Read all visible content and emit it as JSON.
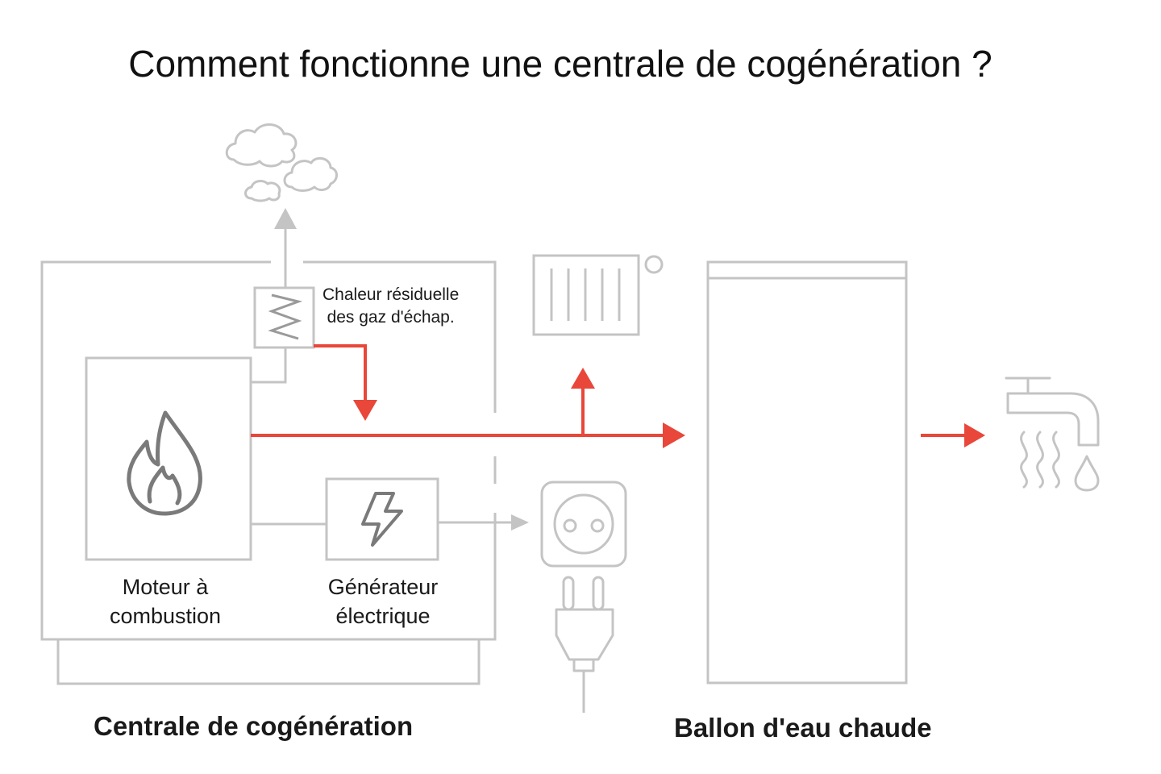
{
  "title": "Comment fonctionne une centrale de cogénération ?",
  "labels": {
    "exhaust_heat_line1": "Chaleur résiduelle",
    "exhaust_heat_line2": "des gaz d'échap.",
    "engine_line1": "Moteur à",
    "engine_line2": "combustion",
    "generator_line1": "Générateur",
    "generator_line2": "électrique",
    "plant": "Centrale de cogénération",
    "tank": "Ballon d'eau chaude"
  },
  "icons": {
    "exhaust": "cloud-icon",
    "heat_exchanger": "heat-exchanger-icon",
    "engine": "flame-icon",
    "generator": "lightning-icon",
    "radiator": "radiator-icon",
    "socket": "power-socket-icon",
    "plug": "power-plug-icon",
    "tap": "water-tap-icon"
  },
  "colors": {
    "heat_flow": "#e8473a",
    "outline": "#c2c2c2",
    "icon": "#7a7a7a"
  }
}
